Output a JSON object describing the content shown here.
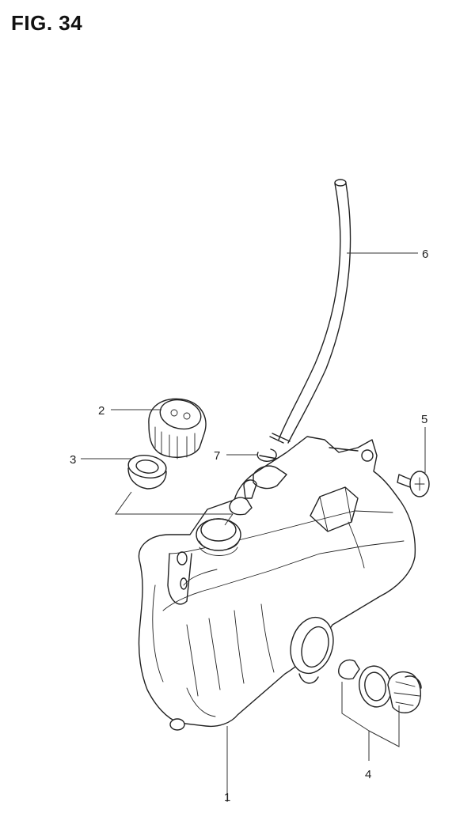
{
  "figure": {
    "title": "FIG. 34"
  },
  "callouts": [
    {
      "id": "1",
      "label": "1"
    },
    {
      "id": "2",
      "label": "2"
    },
    {
      "id": "3",
      "label": "3"
    },
    {
      "id": "4",
      "label": "4"
    },
    {
      "id": "5",
      "label": "5"
    },
    {
      "id": "6",
      "label": "6"
    },
    {
      "id": "7",
      "label": "7"
    }
  ],
  "colors": {
    "ink": "#222222",
    "paper": "#ffffff"
  }
}
